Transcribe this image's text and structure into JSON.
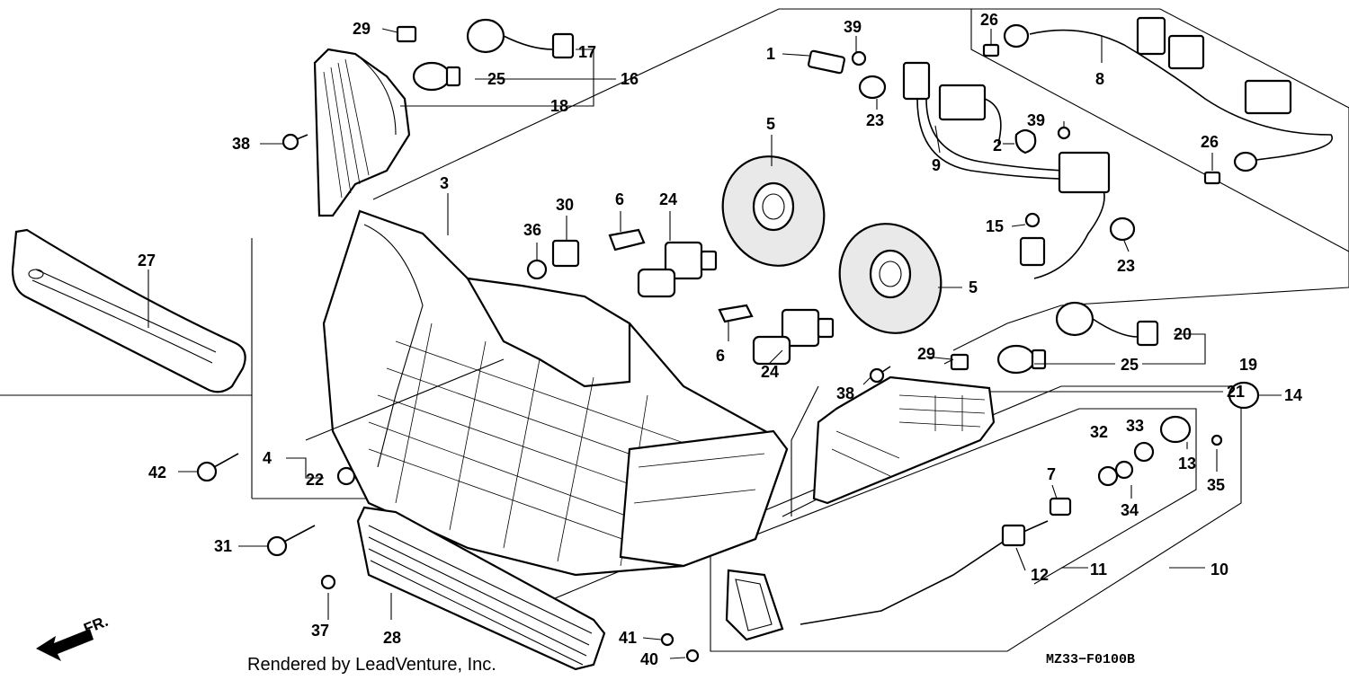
{
  "callouts": {
    "c1": "1",
    "c2": "2",
    "c3": "3",
    "c4": "4",
    "c5a": "5",
    "c5b": "5",
    "c6a": "6",
    "c6b": "6",
    "c7": "7",
    "c8": "8",
    "c9": "9",
    "c10": "10",
    "c11": "11",
    "c12": "12",
    "c13": "13",
    "c14": "14",
    "c15": "15",
    "c16": "16",
    "c17": "17",
    "c18": "18",
    "c19": "19",
    "c20": "20",
    "c21": "21",
    "c22": "22",
    "c23a": "23",
    "c23b": "23",
    "c24a": "24",
    "c24b": "24",
    "c25a": "25",
    "c25b": "25",
    "c26a": "26",
    "c26b": "26",
    "c27": "27",
    "c28": "28",
    "c29a": "29",
    "c29b": "29",
    "c30": "30",
    "c31": "31",
    "c32": "32",
    "c33": "33",
    "c34": "34",
    "c35": "35",
    "c36": "36",
    "c37": "37",
    "c38a": "38",
    "c38b": "38",
    "c39a": "39",
    "c39b": "39",
    "c40": "40",
    "c41": "41",
    "c42": "42"
  },
  "footer": {
    "credit": "Rendered by LeadVenture, Inc.",
    "diagram_code": "MZ33−F0100B",
    "front_label": "FR."
  },
  "icons": {
    "front_arrow": "front-direction-arrow-icon"
  }
}
